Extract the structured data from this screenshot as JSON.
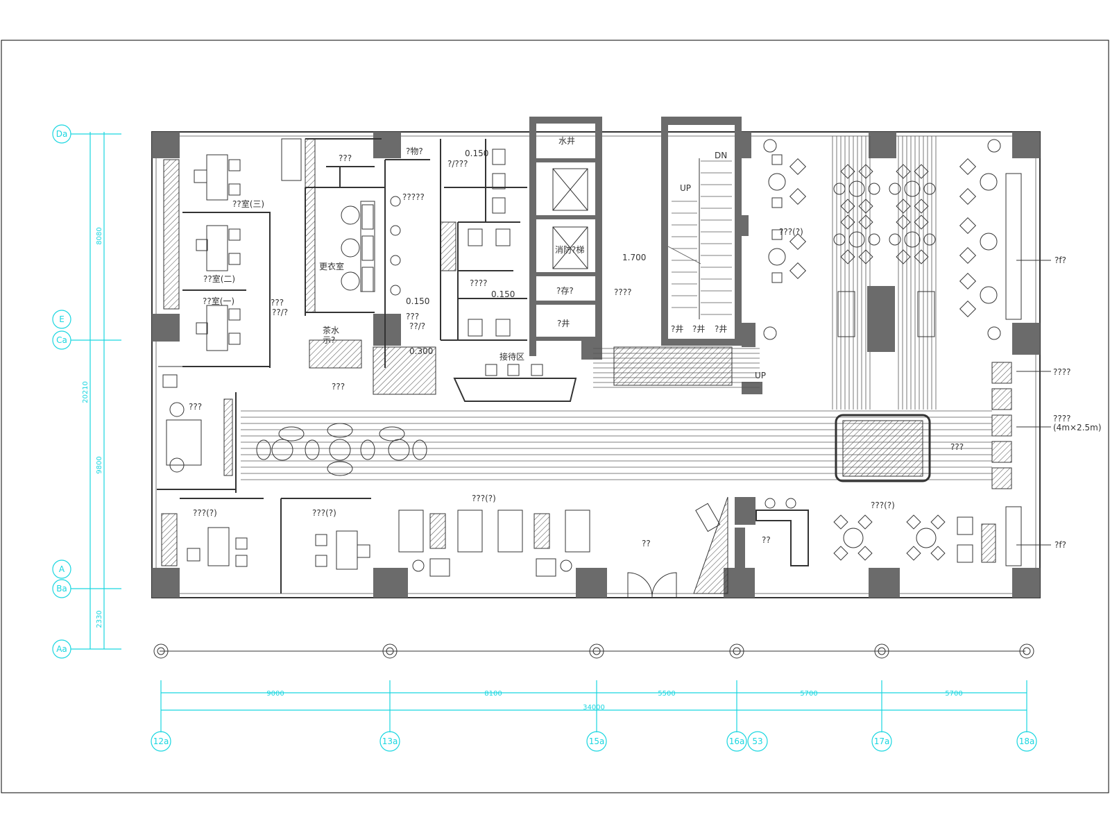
{
  "colors": {
    "axis": "#19d6e0",
    "wall": "#6b6b6b",
    "line": "#333333"
  },
  "grid_left": [
    "Da",
    "E",
    "Ca",
    "A",
    "Ba",
    "Aa"
  ],
  "dims_left": [
    "8080",
    "20210",
    "9800",
    "2330"
  ],
  "grid_bottom": [
    "12a",
    "13a",
    "15a",
    "16a",
    "53",
    "17a",
    "18a"
  ],
  "dims_bottom": [
    "9000",
    "8100",
    "5500",
    "5700",
    "5700"
  ],
  "dim_total": "34000",
  "rooms": {
    "office3": "??室(三)",
    "office2": "??室(二)",
    "office1": "??室(一)",
    "top_room": "???",
    "storage1": "?物?",
    "dim_0150a": "0.150",
    "code4": "?/???",
    "pantry_counter": "?????",
    "meeting": "更衣室",
    "room_left_mid": "???",
    "room_left_mid2": "??/?",
    "tea": "茶水",
    "tea2": "示?",
    "corridor_a": "???",
    "dim_0150b": "0.150",
    "corr_b": "???",
    "corr_b2": "??/?",
    "toilet": "????",
    "dim_0150c": "0.150",
    "dim_0300": "0.300",
    "reception": "接待区",
    "water": "水井",
    "fire_lift": "消防?梯",
    "storage2": "?存?",
    "well": "?井",
    "lobby": "????",
    "elev": "1.700",
    "up1": "UP",
    "dn": "DN",
    "up2": "UP",
    "shaft1": "?井",
    "shaft2": "?井",
    "shaft3": "?井",
    "small_room": "???",
    "left_office": "???",
    "dining_top": "???(?)",
    "label_right1": "?f?",
    "label_right2": "????",
    "label_right3": "????",
    "label_right3b": "(4m×2.5m)",
    "label_right4": "???",
    "label_right5": "?f?",
    "bottom_office1": "???(?)",
    "bottom_office2": "???(?)",
    "lounge": "???(?)",
    "lobby_bottom": "??",
    "bar": "??",
    "dining_bottom": "???(?)"
  }
}
